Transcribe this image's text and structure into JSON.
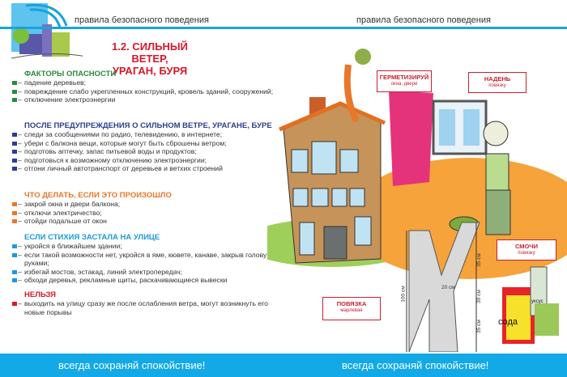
{
  "header": {
    "left": "правила безопасного поведения",
    "right": "правила безопасного поведения"
  },
  "title": {
    "line1": "1.2. СИЛЬНЫЙ ВЕТЕР,",
    "line2": "УРАГАН, БУРЯ"
  },
  "sections": [
    {
      "heading": "ФАКТОРЫ ОПАСНОСТИ",
      "color": "#2a8a3a",
      "items": [
        "падение деревьев;",
        "повреждение слабо укрепленных конструкций, кровель зданий, сооружений;",
        "отключение электроэнергии"
      ]
    },
    {
      "heading": "ПОСЛЕ ПРЕДУПРЕЖДЕНИЯ О СИЛЬНОМ ВЕТРЕ, УРАГАНЕ, БУРЕ",
      "color": "#2b3f8f",
      "items": [
        "следи за сообщениями по радио, телевидению, в интернете;",
        "убери с балкона вещи, которые могут быть сброшены ветром;",
        "подготовь аптечку, запас питьевой воды и продуктов;",
        "подготовься к возможному отключению электроэнергии;",
        "отгони личный автотранспорт от деревьев и ветхих строений"
      ]
    },
    {
      "heading": "ЧТО ДЕЛАТЬ, ЕСЛИ ЭТО ПРОИЗОШЛО",
      "color": "#e8782a",
      "items": [
        "закрой окна и двери балкона;",
        "отключи электричество;",
        "отойди подальше от окон"
      ]
    },
    {
      "heading": "ЕСЛИ СТИХИЯ ЗАСТАЛА НА УЛИЦЕ",
      "color": "#1d9ad6",
      "items": [
        "укройся в ближайшем здании;",
        "если такой возможности нет, укройся в яме, кювете, канаве, закрыв голову  руками;",
        "избегай мостов, эстакад, линий электропередач;",
        "обходи деревья, рекламные щиты, раскачивающиеся вывески"
      ]
    },
    {
      "heading": "НЕЛЬЗЯ",
      "color": "#d7192a",
      "items": [
        "выходить на улицу сразу же после ослабления ветра,  могут  возникнуть его новые порывы"
      ]
    }
  ],
  "labels": {
    "seal": {
      "main": "ГЕРМЕТИЗИРУЙ",
      "sub": "окна, двери"
    },
    "wear": {
      "main": "НАДЕНЬ",
      "sub": "повязку"
    },
    "wet": {
      "main": "СМОЧИ",
      "sub": "повязку"
    },
    "bandage": {
      "main": "ПОВЯЗКА",
      "sub": "марлевая"
    }
  },
  "dimensions": {
    "height": "100 см",
    "width": "20 см",
    "top": "35 см",
    "middle": "30 см",
    "bottom": "35 см"
  },
  "products": {
    "soda": "сода",
    "vinegar": "уксус"
  },
  "footer": {
    "left": "всегда сохраняй спокойствие!",
    "right": "всегда сохраняй спокойствие!"
  },
  "colors": {
    "accent_blue": "#12a9e6",
    "red": "#d7192a"
  }
}
